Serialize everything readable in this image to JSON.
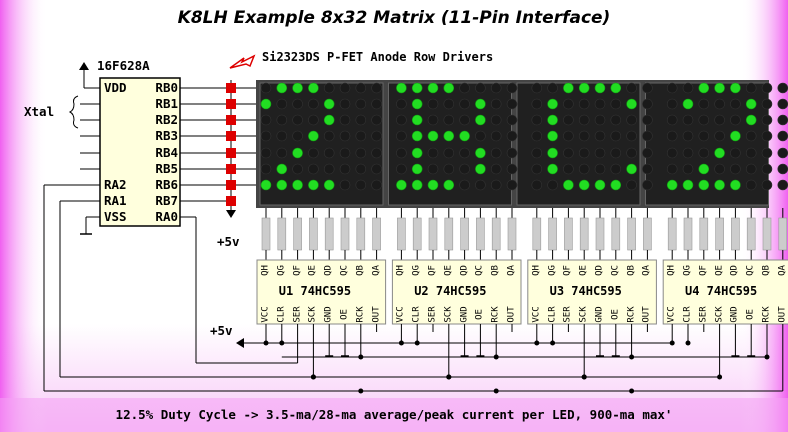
{
  "title": "K8LH Example 8x32 Matrix (11-Pin Interface)",
  "driver_note": "Si2323DS P-FET Anode Row Drivers",
  "footer": "12.5% Duty Cycle -> 3.5-ma/28-ma average/peak current per LED, 900-ma max'",
  "pic": {
    "name": "16F628A",
    "left_pins": [
      "VDD",
      "",
      "",
      "",
      "",
      "",
      "RA2",
      "RA1",
      "VSS"
    ],
    "right_pins": [
      "RB0",
      "RB1",
      "RB2",
      "RB3",
      "RB4",
      "RB5",
      "RB6",
      "RB7",
      "RA0"
    ]
  },
  "xtal_label": "Xtal",
  "supply_top": "+5v",
  "supply_bottom": "+5v",
  "shift_registers": [
    {
      "name": "U1 74HC595"
    },
    {
      "name": "U2 74HC595"
    },
    {
      "name": "U3 74HC595"
    },
    {
      "name": "U4 74HC595"
    }
  ],
  "sr_top_pins": [
    "QH",
    "QG",
    "QF",
    "QE",
    "QD",
    "QC",
    "QB",
    "QA"
  ],
  "sr_bottom_pins": [
    "VCC",
    "CLR",
    "SER",
    "SCK",
    "GND",
    "OE",
    "RCK",
    "OUT"
  ],
  "matrix": {
    "rows": 7,
    "cols": 32,
    "on_color": "#22dd22",
    "off_color": "#1a1a1a",
    "bg_color": "#444444",
    "pattern": [
      "01110000111100000011110000111000",
      "10001000010001000100001001000100",
      "00001000010001000100000000000100",
      "00010000011110000100000000001000",
      "00100000010001000100000000010000",
      "01000000010001000100001000100000",
      "11111000111100000011110011111000"
    ]
  },
  "colors": {
    "bg_top": "#ffffff",
    "bg_side": "#f060f0",
    "chip_fill": "#ffffdd",
    "fet_red": "#dd0000"
  }
}
